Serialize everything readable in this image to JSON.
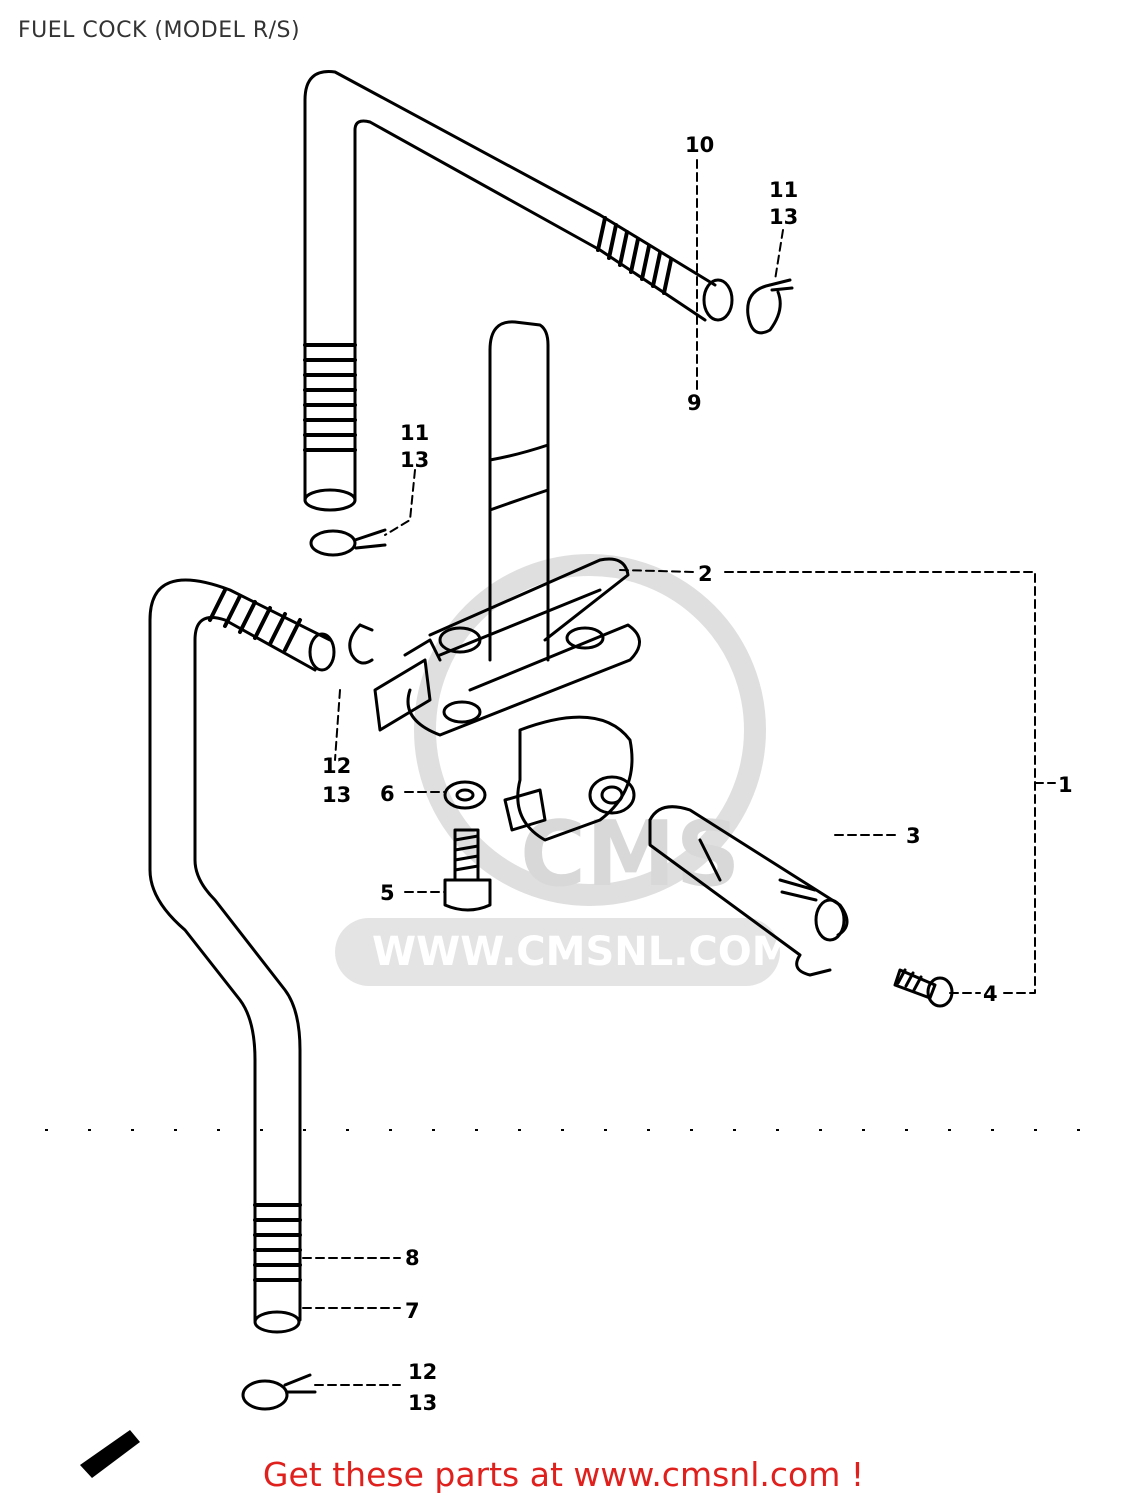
{
  "title": "FUEL COCK (MODEL R/S)",
  "watermark": {
    "brand": "CMS",
    "url": "WWW.CMSNL.COM"
  },
  "callouts": {
    "c1": "1",
    "c2": "2",
    "c3": "3",
    "c4": "4",
    "c5": "5",
    "c6": "6",
    "c7": "7",
    "c8": "8",
    "c9": "9",
    "c10": "10",
    "c11a": "11",
    "c13a": "13",
    "c11b": "11",
    "c13b": "13",
    "c12a": "12",
    "c13c": "13",
    "c12b": "12",
    "c13d": "13"
  },
  "footer": "Get these parts at www.cmsnl.com !",
  "colors": {
    "line": "#000000",
    "watermark": "#d4d4d4",
    "footer": "#e0201c"
  }
}
